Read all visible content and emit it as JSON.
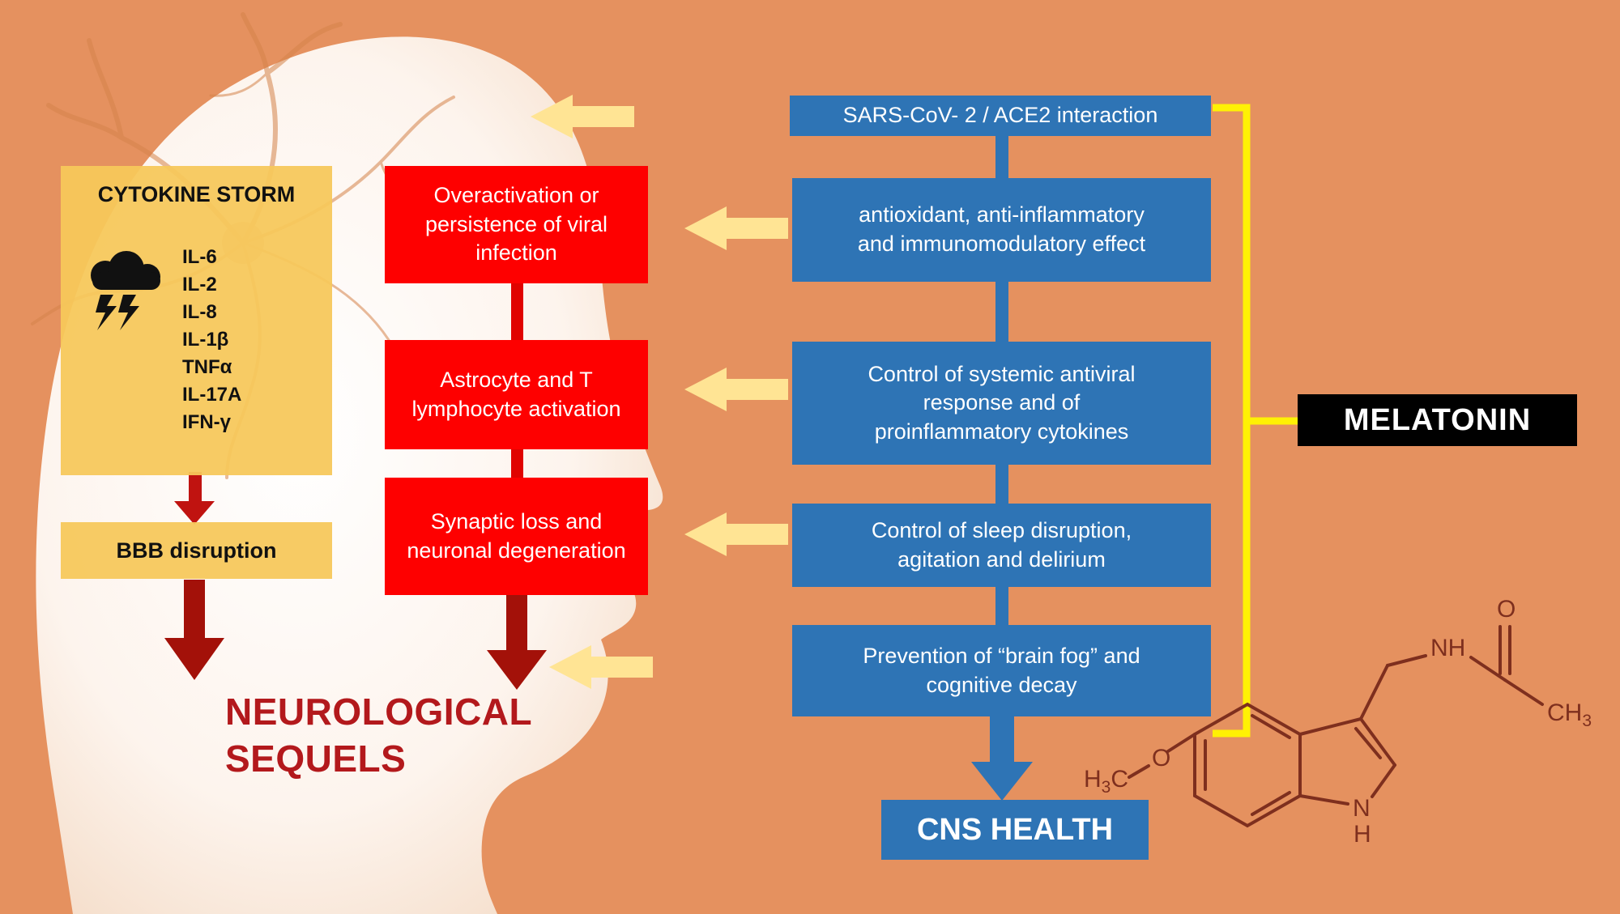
{
  "colors": {
    "background": "#E5915F",
    "yellow_box": "#F6C85A",
    "yellow_arrow": "#FFE494",
    "bracket_yellow": "#FFF104",
    "red_box": "#FE0000",
    "dark_red_arrow": "#A31109",
    "blue_box": "#2E74B5",
    "black_box": "#000000",
    "molecule_stroke": "#7E2F1E",
    "sequels_text": "#B3191C"
  },
  "left": {
    "cytokine": {
      "title": "CYTOKINE STORM",
      "items": [
        "IL-6",
        "IL-2",
        "IL-8",
        "IL-1β",
        "TNFα",
        "IL-17A",
        "IFN-γ"
      ]
    },
    "bbb": "BBB disruption",
    "sequels_line1": "NEUROLOGICAL",
    "sequels_line2": "SEQUELS"
  },
  "middle": {
    "boxes": [
      "Overactivation or persistence of  viral infection",
      "Astrocyte and T lymphocyte activation",
      "Synaptic loss and neuronal degeneration"
    ]
  },
  "right": {
    "boxes": [
      "SARS-CoV- 2 / ACE2 interaction",
      "antioxidant, anti-inflammatory and immunomodulatory effect",
      "Control of systemic antiviral response and of proinflammatory cytokines",
      "Control of sleep disruption, agitation and delirium",
      "Prevention of “brain fog” and cognitive decay"
    ],
    "cns": "CNS HEALTH"
  },
  "melatonin": "MELATONIN",
  "molecule": {
    "h3c_pre": "H",
    "h3c_sub": "3",
    "h3c_post": "C",
    "methoxy_o": "O",
    "amide_nh": "NH",
    "carbonyl_o": "O",
    "ch3_pre": "CH",
    "ch3_sub": "3",
    "ring_n": "N",
    "ring_h": "H"
  }
}
